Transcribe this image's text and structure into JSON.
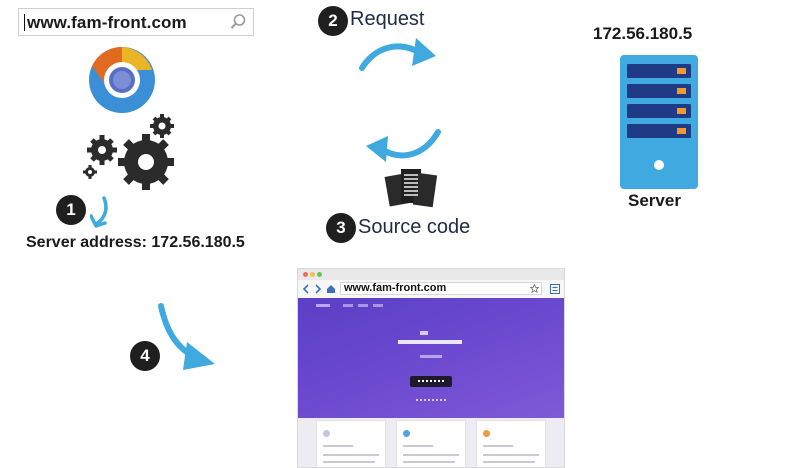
{
  "browser_url": "www.fam-front.com",
  "steps": [
    {
      "number": "1",
      "label": "Server address: 172.56.180.5"
    },
    {
      "number": "2",
      "label": "Request"
    },
    {
      "number": "3",
      "label": "Source code"
    },
    {
      "number": "4",
      "label": ""
    }
  ],
  "server": {
    "ip": "172.56.180.5",
    "label": "Server"
  },
  "website_preview": {
    "url": "www.fam-front.com"
  },
  "colors": {
    "arrow": "#3fa9e0",
    "server_body": "#3fa9e0",
    "server_drive": "#1f3b86",
    "hero_purple": "#6a48cf",
    "badge": "#1f1f1f"
  }
}
